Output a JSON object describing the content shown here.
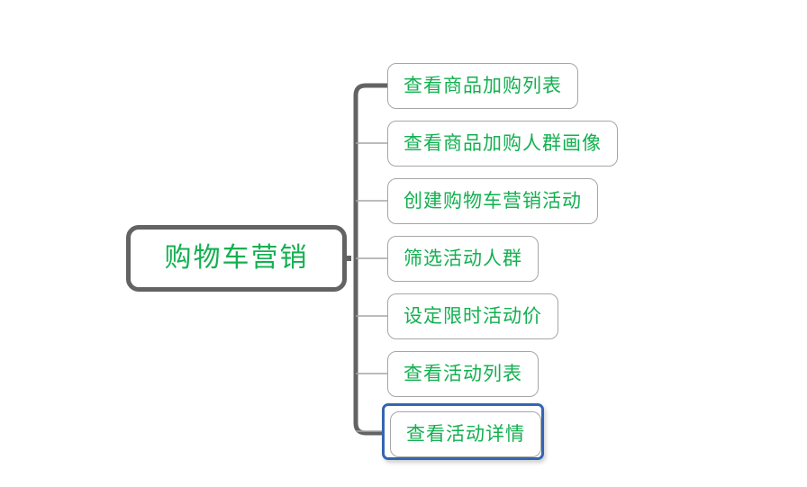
{
  "diagram": {
    "type": "mindmap",
    "orientation": "left-root-right-children",
    "root": {
      "label": "购物车营销",
      "text_color": "#13b050",
      "border_color": "#636363"
    },
    "trunk": {
      "color": "#636363",
      "branch_color": "#a6a6a6"
    },
    "children": [
      {
        "label": "查看商品加购列表",
        "selected": false
      },
      {
        "label": "查看商品加购人群画像",
        "selected": false
      },
      {
        "label": "创建购物车营销活动",
        "selected": false
      },
      {
        "label": "筛选活动人群",
        "selected": false
      },
      {
        "label": "设定限时活动价",
        "selected": false
      },
      {
        "label": "查看活动列表",
        "selected": false
      },
      {
        "label": "查看活动详情",
        "selected": true
      }
    ],
    "selection": {
      "label": "查看活动详情",
      "highlight_color": "#3465b4"
    }
  }
}
